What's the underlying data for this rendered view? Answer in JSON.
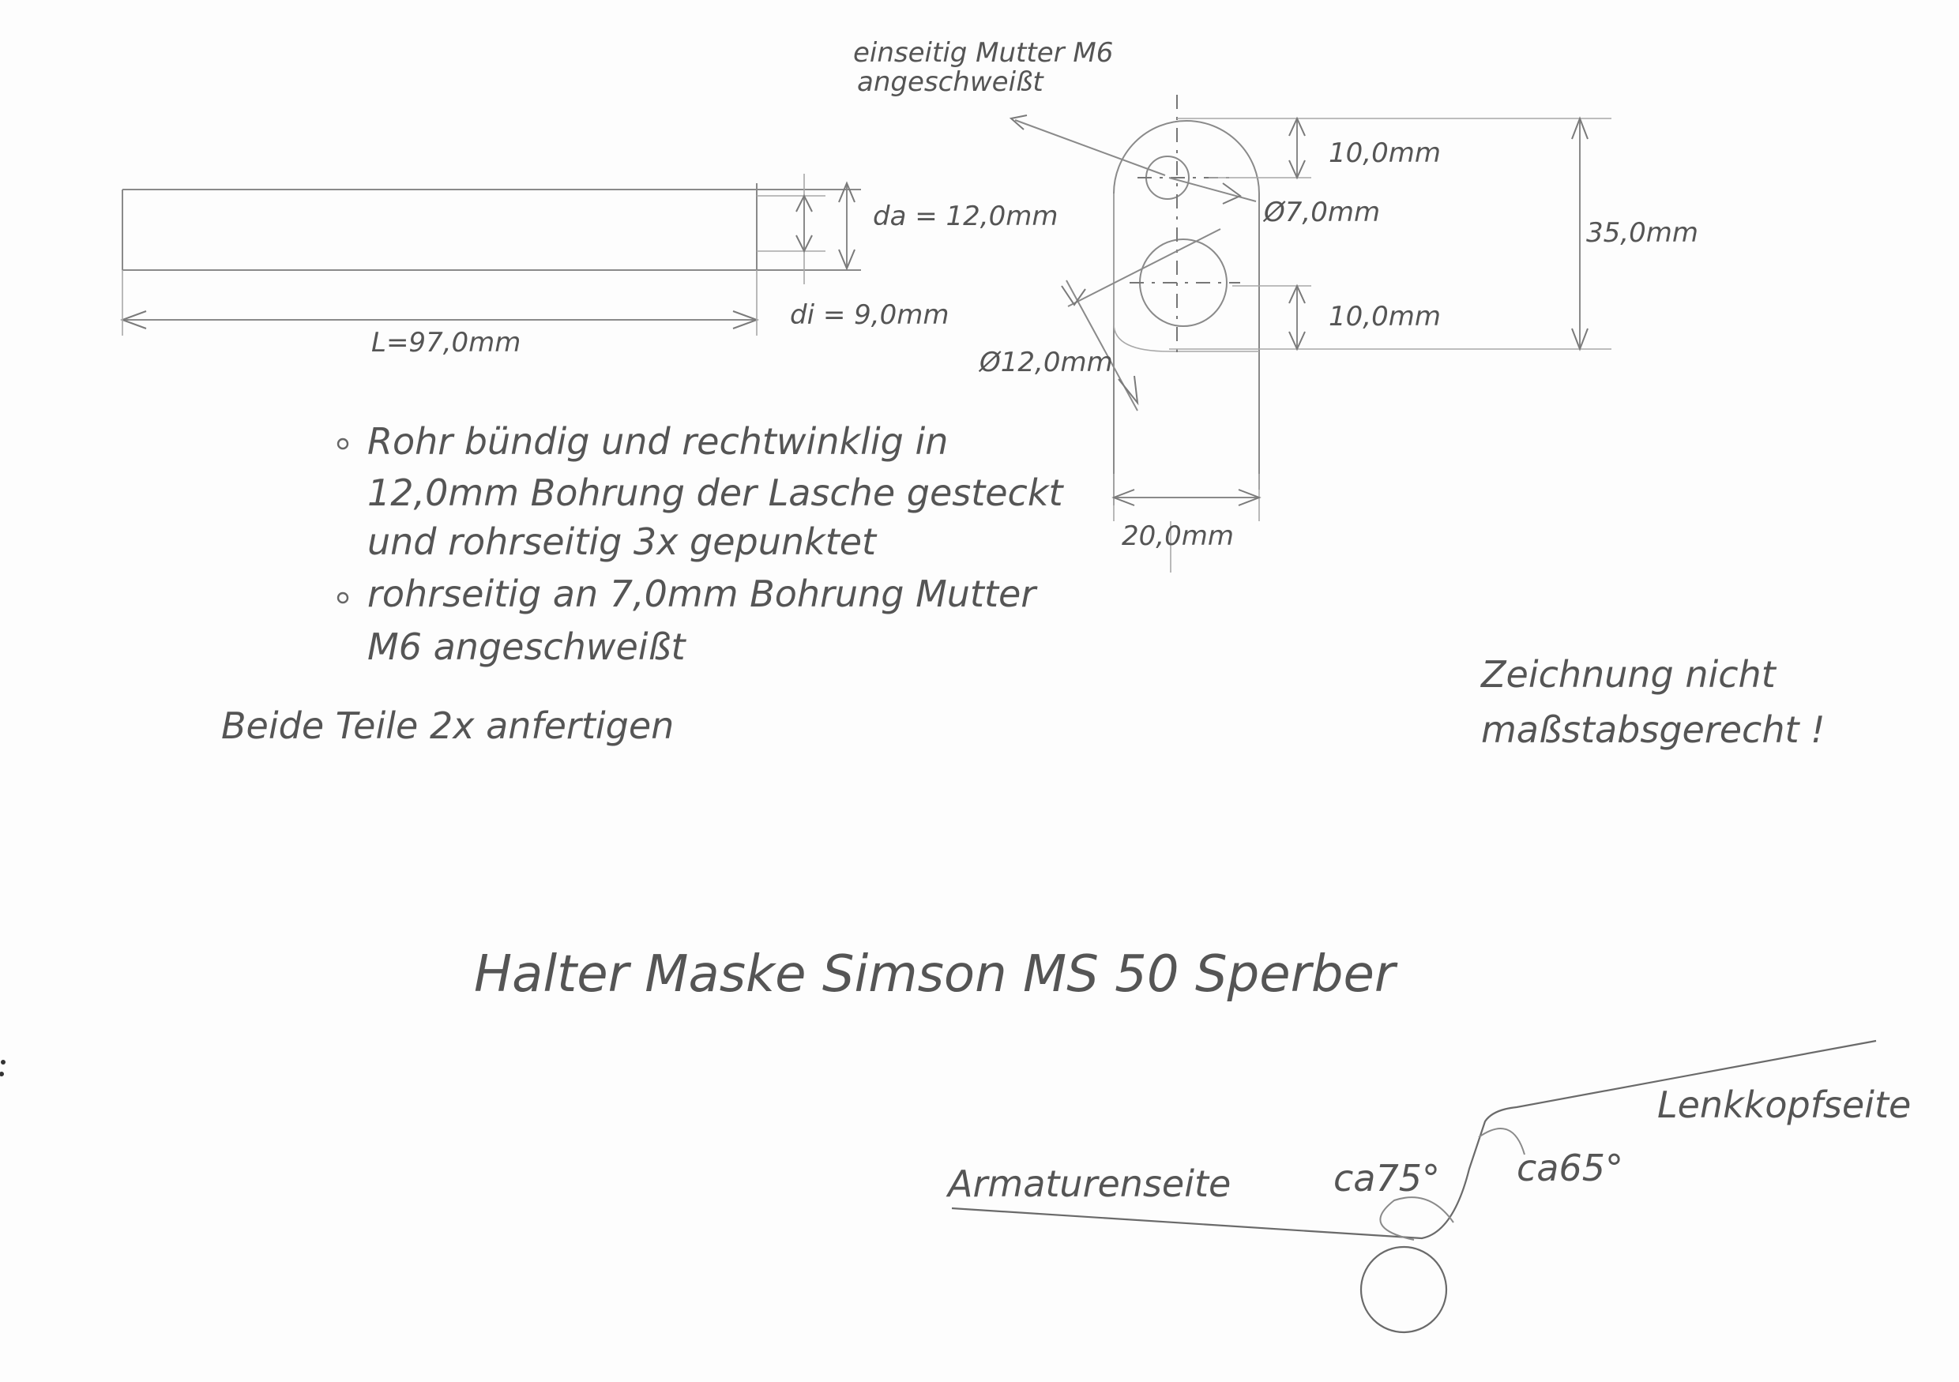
{
  "tube": {
    "length": "L=97,0mm",
    "outer_diameter": "da = 12,0mm",
    "inner_diameter": "di = 9,0mm"
  },
  "bracket": {
    "nut_callout_line1": "einseitig Mutter M6",
    "nut_callout_line2": "angeschweißt",
    "dim_top": "10,0mm",
    "small_hole": "Ø7,0mm",
    "dim_total": "35,0mm",
    "dim_bottom": "10,0mm",
    "large_hole": "Ø12,0mm",
    "width": "20,0mm"
  },
  "notes": [
    "Rohr bündig und rechtwinklig in",
    "12,0mm Bohrung der Lasche gesteckt",
    "und rohrseitig 3x gepunktet",
    "rohrseitig an 7,0mm Bohrung Mutter",
    "M6 angeschweißt"
  ],
  "quantity_note": "Beide Teile 2x anfertigen",
  "scale_note_line1": "Zeichnung nicht",
  "scale_note_line2": "maßstabsgerecht !",
  "title": "Halter Maske Simson MS 50 Sperber",
  "side_sketch": {
    "left_label": "Armaturenseite",
    "right_label": "Lenkkopfseite",
    "angle_left": "ca75°",
    "angle_right": "ca65°"
  }
}
